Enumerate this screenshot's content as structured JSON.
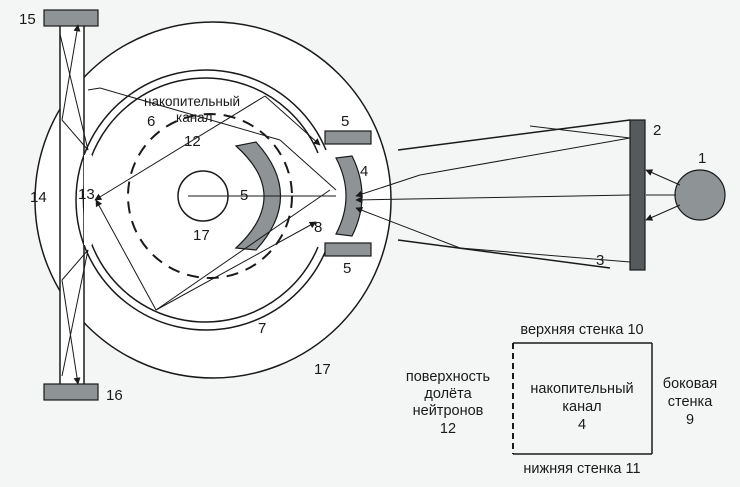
{
  "labels": {
    "n1": "1",
    "n2": "2",
    "n3": "3",
    "n4": "4",
    "n5_top": "5",
    "n5_bottom": "5",
    "n5_center": "5",
    "n6": "6",
    "n7": "7",
    "n8": "8",
    "n12": "12",
    "n13": "13",
    "n14": "14",
    "n15": "15",
    "n16": "16",
    "n17_center": "17",
    "n17_outer": "17",
    "channel_line1": "накопительный",
    "channel_line2": "канал"
  },
  "schematic": {
    "top_wall": "верхняя стенка 10",
    "bottom_wall": "нижняя стенка 11",
    "surface_line1": "поверхность",
    "surface_line2": "долёта",
    "surface_line3": "нейтронов",
    "surface_line4": "12",
    "channel_line1": "накопительный",
    "channel_line2": "канал",
    "channel_line3": "4",
    "side_line1": "боковая",
    "side_line2": "стенка",
    "side_line3": "9"
  },
  "colors": {
    "line": "#1a1a1a",
    "fill_gray": "#8e9496",
    "fill_dark": "#555a5c",
    "bg": "#f4f6f6",
    "white": "#ffffff"
  }
}
